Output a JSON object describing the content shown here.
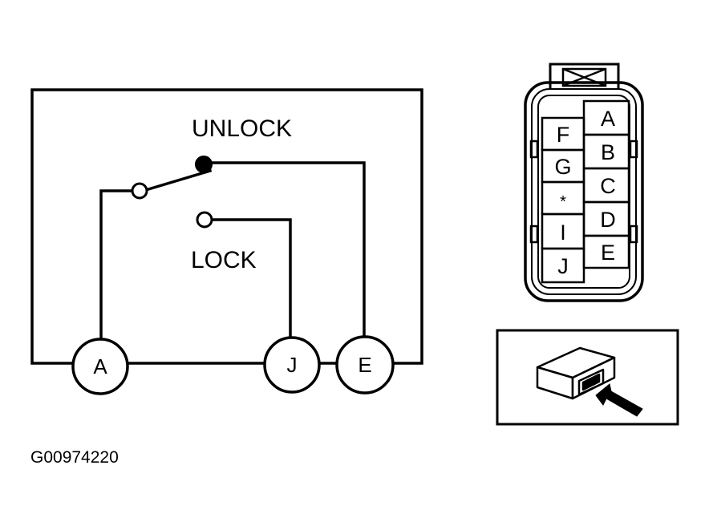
{
  "schematic": {
    "unlock_label": "UNLOCK",
    "lock_label": "LOCK",
    "terminals": [
      "A",
      "J",
      "E"
    ]
  },
  "connector": {
    "left_pins": [
      "F",
      "G",
      "*",
      "I",
      "J"
    ],
    "right_pins": [
      "A",
      "B",
      "C",
      "D",
      "E"
    ]
  },
  "figure_code": "G00974220",
  "colors": {
    "ink": "#000000",
    "background": "#ffffff"
  }
}
